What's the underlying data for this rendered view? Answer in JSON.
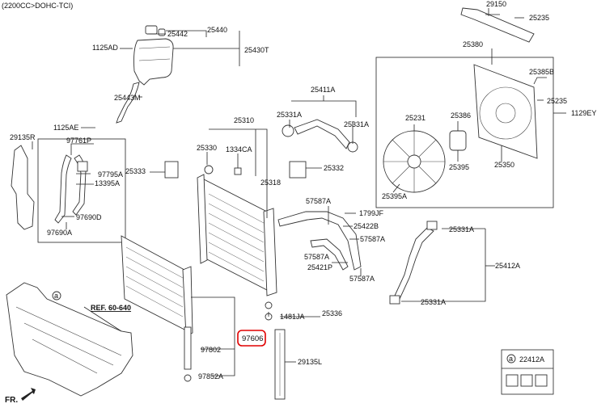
{
  "header": {
    "variant": "(2200CC>DOHC-TCI)"
  },
  "direction_label": "FR.",
  "ref_label": "REF. 60-640",
  "callouts": {
    "c25442": "25442",
    "c25440": "25440",
    "c1125AD": "1125AD",
    "c25430T": "25430T",
    "c25443M": "25443M",
    "c1125AE": "1125AE",
    "c29135R": "29135R",
    "c97761P": "97761P",
    "c97795A": "97795A",
    "c13395A": "13395A",
    "c97690D": "97690D",
    "c97690A": "97690A",
    "c25310": "25310",
    "c25330": "25330",
    "c1334CA": "1334CA",
    "c25333": "25333",
    "c25318": "25318",
    "c25332": "25332",
    "c25411A": "25411A",
    "c25331A_1": "25331A",
    "c25331A_2": "25331A",
    "c57587A_1": "57587A",
    "c1799JF": "1799JF",
    "c25422B": "25422B",
    "c57587A_2": "57587A",
    "c57587A_3": "57587A",
    "c25421P": "25421P",
    "c57587A_4": "57587A",
    "c25331A_3": "25331A",
    "c25412A": "25412A",
    "c25331A_4": "25331A",
    "c1481JA": "1481JA",
    "c25336": "25336",
    "c97606": "97606",
    "c97802": "97802",
    "c97852A": "97852A",
    "c29135L": "29135L",
    "c29150": "29150",
    "c25235_1": "25235",
    "c25380": "25380",
    "c25385B": "25385B",
    "c25235_2": "25235",
    "c1129EY": "1129EY",
    "c25231": "25231",
    "c25386": "25386",
    "c25395": "25395",
    "c25350": "25350",
    "c25395A": "25395A",
    "legend_a": "a",
    "legend_part": "22412A",
    "circle_a": "a"
  },
  "highlight": {
    "part": "97606",
    "color": "#e00000"
  }
}
